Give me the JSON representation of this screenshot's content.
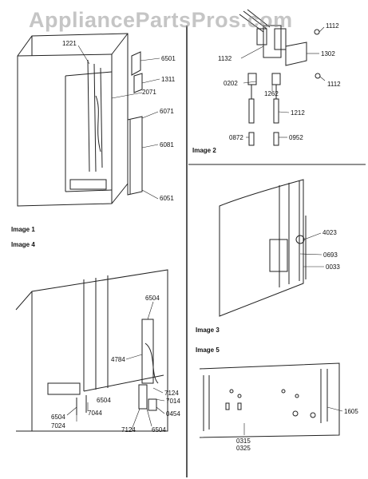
{
  "watermark": "AppliancePartsPros.com",
  "captions": {
    "image1": "Image 1",
    "image2": "Image 2",
    "image3": "Image 3",
    "image4": "Image 4",
    "image5": "Image 5"
  },
  "image1_labels": [
    "1221",
    "6501",
    "1311",
    "2071",
    "6071",
    "6081",
    "6051"
  ],
  "image2_labels": [
    "1112",
    "1132",
    "1302",
    "1112",
    "0202",
    "1262",
    "1212",
    "0872",
    "0952"
  ],
  "image3_labels": [
    "4023",
    "0693",
    "0033"
  ],
  "image4_labels": [
    "6504",
    "4784",
    "7124",
    "7014",
    "0454",
    "7124",
    "6504",
    "6504",
    "6504",
    "7044",
    "7024"
  ],
  "image5_labels": [
    "1605",
    "0315",
    "0325"
  ]
}
